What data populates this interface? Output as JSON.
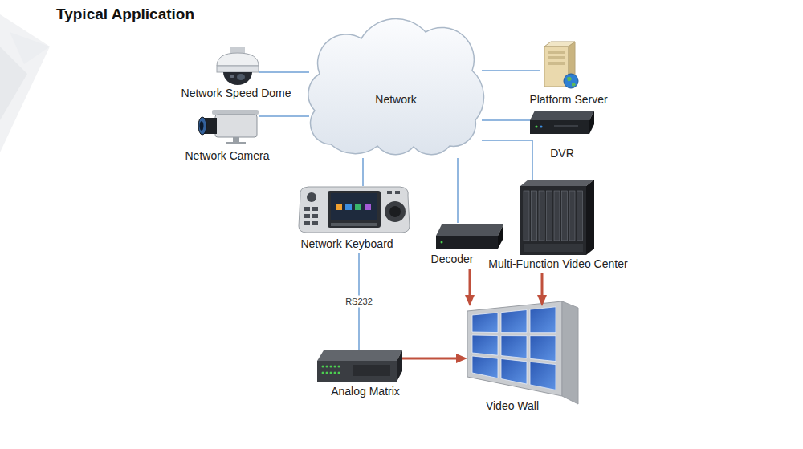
{
  "diagram": {
    "title": "Typical Application",
    "nodes": [
      {
        "text": [
          "Network Speed Dome"
        ]
      },
      {
        "text": [
          "Network"
        ]
      },
      {
        "text": [
          "Platform Server"
        ]
      },
      {
        "text": [
          "Network Camera"
        ]
      },
      {
        "text": [
          "DVR"
        ]
      },
      {
        "text": [
          "Network Keyboard"
        ]
      },
      {
        "text": [
          "Decoder"
        ]
      },
      {
        "text": [
          "Multi-Function Video Center"
        ]
      },
      {
        "text": [
          "Analog Matrix"
        ]
      },
      {
        "text": [
          "Video Wall"
        ]
      }
    ],
    "edges": [
      {
        "from": 0,
        "to": 1,
        "arrow": "none"
      },
      {
        "from": 3,
        "to": 1,
        "arrow": "none"
      },
      {
        "from": 1,
        "to": 2,
        "arrow": "none"
      },
      {
        "from": 1,
        "to": 4,
        "arrow": "none"
      },
      {
        "from": 1,
        "to": 5,
        "arrow": "none"
      },
      {
        "from": 1,
        "to": 6,
        "arrow": "none"
      },
      {
        "from": 1,
        "to": 7,
        "arrow": "none"
      },
      {
        "from": 5,
        "to": 8,
        "label": "RS232",
        "arrow": "none"
      },
      {
        "from": 6,
        "to": 9,
        "arrow": "to"
      },
      {
        "from": 7,
        "to": 9,
        "arrow": "to"
      },
      {
        "from": 8,
        "to": 9,
        "arrow": "to"
      }
    ]
  }
}
